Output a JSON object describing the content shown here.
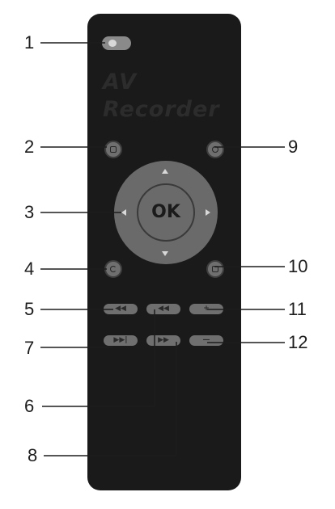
{
  "remote": {
    "brand_line1": "AV",
    "brand_line2": "Recorder",
    "ok_label": "OK"
  },
  "callouts": [
    "1",
    "2",
    "3",
    "4",
    "5",
    "6",
    "7",
    "8",
    "9",
    "10",
    "11",
    "12"
  ],
  "colors": {
    "body": "#1a1a1a",
    "buttons": "#6f6f6f",
    "leader": "#1d1d1d"
  },
  "icons": {
    "power": "power-toggle-icon",
    "btn2": "menu-square-icon",
    "btn9": "settings-icon",
    "btn4": "return-icon",
    "btn10": "record-icon",
    "rew": "rewind-icon",
    "prev": "previous-icon",
    "plus": "volume-up-icon",
    "next": "next-track-icon",
    "ff": "fast-forward-icon",
    "minus": "volume-down-icon"
  }
}
